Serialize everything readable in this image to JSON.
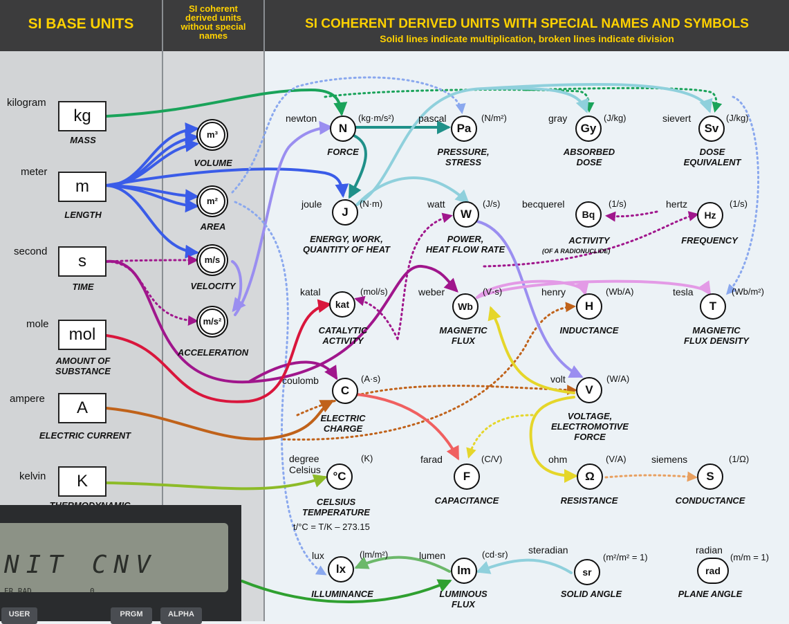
{
  "headers": {
    "base": "SI BASE UNITS",
    "coherent": [
      "SI coherent",
      "derived units",
      "without special",
      "names"
    ],
    "derived_title": "SI COHERENT DERIVED UNITS WITH SPECIAL NAMES AND SYMBOLS",
    "derived_subtitle": "Solid lines indicate multiplication, broken lines indicate division"
  },
  "base_units": [
    {
      "name": "kilogram",
      "symbol": "kg",
      "quantity": "MASS"
    },
    {
      "name": "meter",
      "symbol": "m",
      "quantity": "LENGTH"
    },
    {
      "name": "second",
      "symbol": "s",
      "quantity": "TIME"
    },
    {
      "name": "mole",
      "symbol": "mol",
      "quantity": "AMOUNT OF\nSUBSTANCE"
    },
    {
      "name": "ampere",
      "symbol": "A",
      "quantity": "ELECTRIC CURRENT"
    },
    {
      "name": "kelvin",
      "symbol": "K",
      "quantity": "THERMODYNAMIC"
    }
  ],
  "coherent_units": [
    {
      "symbol": "m³",
      "quantity": "VOLUME"
    },
    {
      "symbol": "m²",
      "quantity": "AREA"
    },
    {
      "symbol": "m/s",
      "quantity": "VELOCITY"
    },
    {
      "symbol": "m/s²",
      "quantity": "ACCELERATION"
    }
  ],
  "derived_units": {
    "newton": {
      "name": "newton",
      "symbol": "N",
      "def": "(kg·m/s²)",
      "quantity": "FORCE"
    },
    "pascal": {
      "name": "pascal",
      "symbol": "Pa",
      "def": "(N/m²)",
      "quantity": "PRESSURE,\nSTRESS"
    },
    "gray": {
      "name": "gray",
      "symbol": "Gy",
      "def": "(J/kg)",
      "quantity": "ABSORBED\nDOSE"
    },
    "sievert": {
      "name": "sievert",
      "symbol": "Sv",
      "def": "(J/kg)",
      "quantity": "DOSE\nEQUIVALENT"
    },
    "joule": {
      "name": "joule",
      "symbol": "J",
      "def": "(N·m)",
      "quantity": "ENERGY, WORK,\nQUANTITY OF HEAT"
    },
    "watt": {
      "name": "watt",
      "symbol": "W",
      "def": "(J/s)",
      "quantity": "POWER,\nHEAT FLOW RATE"
    },
    "becquerel": {
      "name": "becquerel",
      "symbol": "Bq",
      "def": "(1/s)",
      "quantity": "ACTIVITY",
      "sub": "(OF A RADIONUCLIDE)"
    },
    "hertz": {
      "name": "hertz",
      "symbol": "Hz",
      "def": "(1/s)",
      "quantity": "FREQUENCY"
    },
    "katal": {
      "name": "katal",
      "symbol": "kat",
      "def": "(mol/s)",
      "quantity": "CATALYTIC\nACTIVITY"
    },
    "weber": {
      "name": "weber",
      "symbol": "Wb",
      "def": "(V·s)",
      "quantity": "MAGNETIC\nFLUX"
    },
    "henry": {
      "name": "henry",
      "symbol": "H",
      "def": "(Wb/A)",
      "quantity": "INDUCTANCE"
    },
    "tesla": {
      "name": "tesla",
      "symbol": "T",
      "def": "(Wb/m²)",
      "quantity": "MAGNETIC\nFLUX DENSITY"
    },
    "coulomb": {
      "name": "coulomb",
      "symbol": "C",
      "def": "(A·s)",
      "quantity": "ELECTRIC\nCHARGE"
    },
    "volt": {
      "name": "volt",
      "symbol": "V",
      "def": "(W/A)",
      "quantity": "VOLTAGE,\nELECTROMOTIVE\nFORCE"
    },
    "celsius": {
      "name": "degree\nCelsius",
      "symbol": "°C",
      "def": "(K)",
      "quantity": "CELSIUS\nTEMPERATURE",
      "formula": "t/°C = T/K – 273.15"
    },
    "farad": {
      "name": "farad",
      "symbol": "F",
      "def": "(C/V)",
      "quantity": "CAPACITANCE"
    },
    "ohm": {
      "name": "ohm",
      "symbol": "Ω",
      "def": "(V/A)",
      "quantity": "RESISTANCE"
    },
    "siemens": {
      "name": "siemens",
      "symbol": "S",
      "def": "(1/Ω)",
      "quantity": "CONDUCTANCE"
    },
    "lux": {
      "name": "lux",
      "symbol": "lx",
      "def": "(lm/m²)",
      "quantity": "ILLUMINANCE"
    },
    "lumen": {
      "name": "lumen",
      "symbol": "lm",
      "def": "(cd·sr)",
      "quantity": "LUMINOUS\nFLUX"
    },
    "steradian": {
      "name": "steradian",
      "symbol": "sr",
      "def": "(m²/m² = 1)",
      "quantity": "SOLID ANGLE"
    },
    "radian": {
      "name": "radian",
      "symbol": "rad",
      "def": "(m/m = 1)",
      "quantity": "PLANE ANGLE"
    }
  },
  "calculator": {
    "display_main": "NIT  CNV",
    "display_flags": "ER  RAD",
    "display_value": "0",
    "keys": [
      "USER",
      "PRGM",
      "ALPHA"
    ]
  },
  "colors": {
    "kg": "#1aa35a",
    "m": "#3a5ce8",
    "s": "#a0168c",
    "mol": "#d9163c",
    "A": "#c0621a",
    "K": "#8dbb28",
    "teal": "#1f9089",
    "lightblue": "#8fd0dc",
    "lavender": "#9a8ef0",
    "pink": "#e39ae6",
    "yellow": "#e5d62a",
    "red": "#f06060",
    "green": "#6cb86a"
  }
}
